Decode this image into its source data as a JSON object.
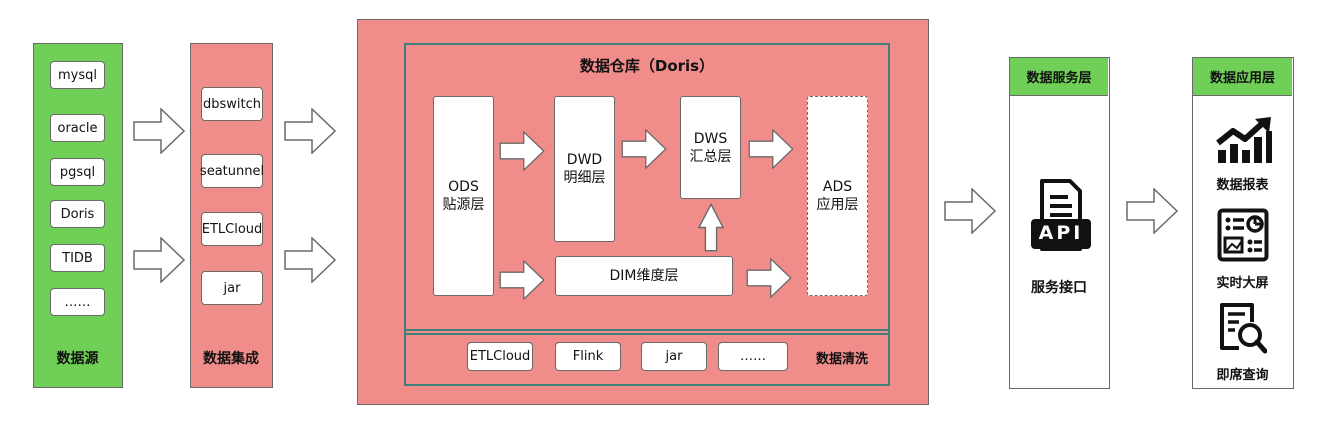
{
  "datasource": {
    "title": "数据源",
    "items": [
      "mysql",
      "oracle",
      "pgsql",
      "Doris",
      "TIDB",
      "……"
    ]
  },
  "integration": {
    "title": "数据集成",
    "items": [
      "dbswitch",
      "seatunnel",
      "ETLCloud",
      "jar"
    ]
  },
  "warehouse": {
    "title": "数据仓库（Doris）",
    "ods": {
      "line1": "ODS",
      "line2": "贴源层"
    },
    "dwd": {
      "line1": "DWD",
      "line2": "明细层"
    },
    "dws": {
      "line1": "DWS",
      "line2": "汇总层"
    },
    "ads": {
      "line1": "ADS",
      "line2": "应用层"
    },
    "dim": "DIM维度层",
    "cleaning": {
      "title": "数据清洗",
      "items": [
        "ETLCloud",
        "Flink",
        "jar",
        "……"
      ]
    }
  },
  "service": {
    "header": "数据服务层",
    "api_text": "API",
    "caption": "服务接口"
  },
  "application": {
    "header": "数据应用层",
    "items": [
      {
        "icon": "chart-icon",
        "label": "数据报表"
      },
      {
        "icon": "dashboard-icon",
        "label": "实时大屏"
      },
      {
        "icon": "search-doc-icon",
        "label": "即席查询"
      }
    ]
  },
  "colors": {
    "green": "#6fcf57",
    "pink": "#f08c8a",
    "teal": "#3f7f7a",
    "border": "#6a6a6a"
  }
}
